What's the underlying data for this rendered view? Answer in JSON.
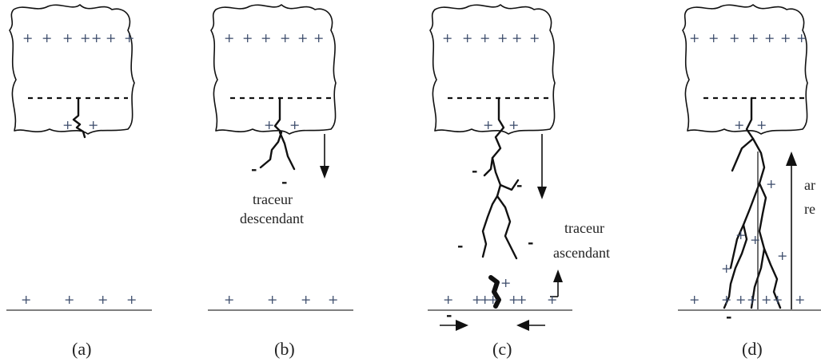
{
  "captions": [
    "(a)",
    "(b)",
    "(c)",
    "(d)"
  ],
  "labels": {
    "traceur_descendant_1": "traceur",
    "traceur_descendant_2": "descendant",
    "traceur_ascendant_1": "traceur",
    "traceur_ascendant_2": "ascendant",
    "return_stroke_1": "ar",
    "return_stroke_2": "re"
  },
  "symbols": {
    "plus": "+",
    "minus": "-"
  }
}
